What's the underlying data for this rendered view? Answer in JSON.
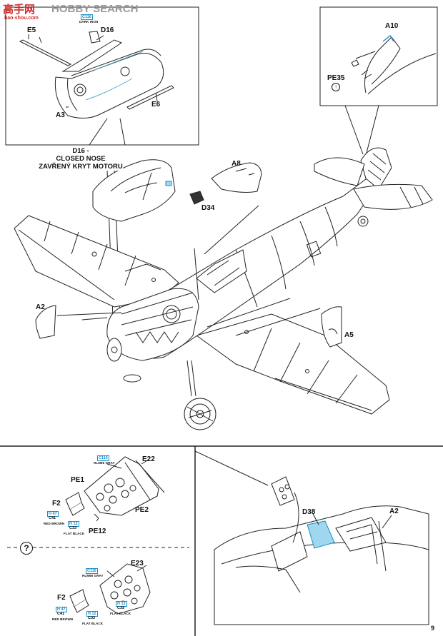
{
  "watermark": {
    "brand_cn": "高手网",
    "hobby_search": "HOBBY SEARCH",
    "url": "hao-shou.com"
  },
  "page_number": "9",
  "colors": {
    "paint_code": "#1b8fc6",
    "line": "#222222",
    "highlight": "#9fd7ef"
  },
  "top_left_inset": {
    "parts": {
      "e5": "E5",
      "d16": "D16",
      "a3": "A3",
      "e6": "E6"
    },
    "paint_code": "C116",
    "paint_name": "DARK IRON"
  },
  "closed_nose_caption": {
    "line1": "D16 -",
    "line2": "CLOSED NOSE",
    "line3": "ZAVŘENÝ KRYT MOTORU"
  },
  "top_right_inset": {
    "a10": "A10",
    "pe35": "PE35"
  },
  "main_view": {
    "a8": "A8",
    "d34": "D34",
    "a2": "A2",
    "a5": "A5"
  },
  "bottom_left": {
    "option_symbol": "?",
    "upper": {
      "c116": "C116",
      "rlm66": "RLM66 GRAY",
      "e22": "E22",
      "pe1": "PE1",
      "f2": "F2",
      "c41_a": "H 47",
      "c41": "C41",
      "red_brown": "RED BROWN",
      "c33_a": "H 12",
      "c33": "C33",
      "flat_black": "FLAT BLACK",
      "pe2": "PE2",
      "pe12": "PE12"
    },
    "lower": {
      "c116": "C116",
      "rlm66": "RLM66 GRAY",
      "e23": "E23",
      "f2": "F2",
      "c41_a": "H 47",
      "c41": "C41",
      "red_brown": "RED BROWN",
      "c33_a": "H 12",
      "c33": "C33",
      "flat_black": "FLAT BLACK",
      "c33_b": "H 12",
      "c33b": "C33",
      "flat_black_b": "FLAT BLACK"
    }
  },
  "bottom_right": {
    "d38": "D38",
    "a2": "A2"
  }
}
